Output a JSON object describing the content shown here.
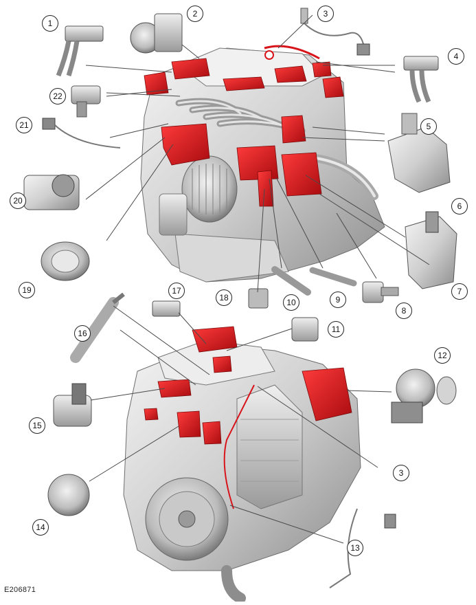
{
  "figure": {
    "reference": "E206871",
    "callouts": [
      "1",
      "2",
      "3",
      "4",
      "5",
      "6",
      "7",
      "8",
      "9",
      "10",
      "11",
      "12",
      "13",
      "14",
      "15",
      "16",
      "17",
      "18",
      "19",
      "20",
      "21",
      "22",
      "3"
    ]
  },
  "colors": {
    "highlight": "#d8141b",
    "metal_light": "#e9e9e9",
    "metal_mid": "#bdbdbd",
    "metal_dark": "#7a7a7a",
    "line": "#555555"
  }
}
